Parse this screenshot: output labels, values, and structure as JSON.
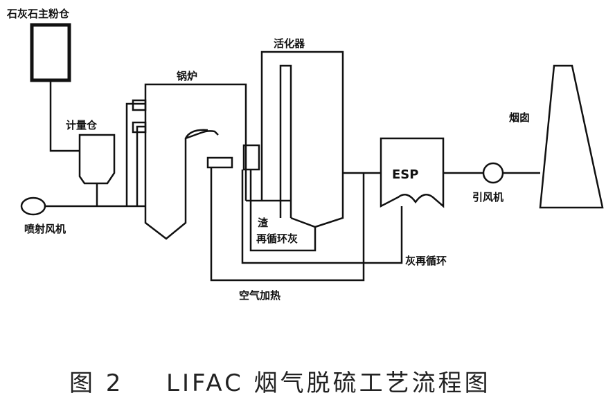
{
  "labels": {
    "silo": "石灰石主粉仓",
    "metering_bin": "计量仓",
    "boiler": "锅炉",
    "activator": "活化器",
    "chimney": "烟囱",
    "esp": "ESP",
    "id_fan": "引风机",
    "injection_fan": "喷射风机",
    "ash_recirculation": "灰再循环",
    "air_heating": "空气加热",
    "inner_recirc_top": "渣",
    "inner_recirc_bottom": "再循环灰"
  },
  "caption": {
    "figure": "图 2",
    "title": "LIFAC 烟气脱硫工艺流程图"
  }
}
